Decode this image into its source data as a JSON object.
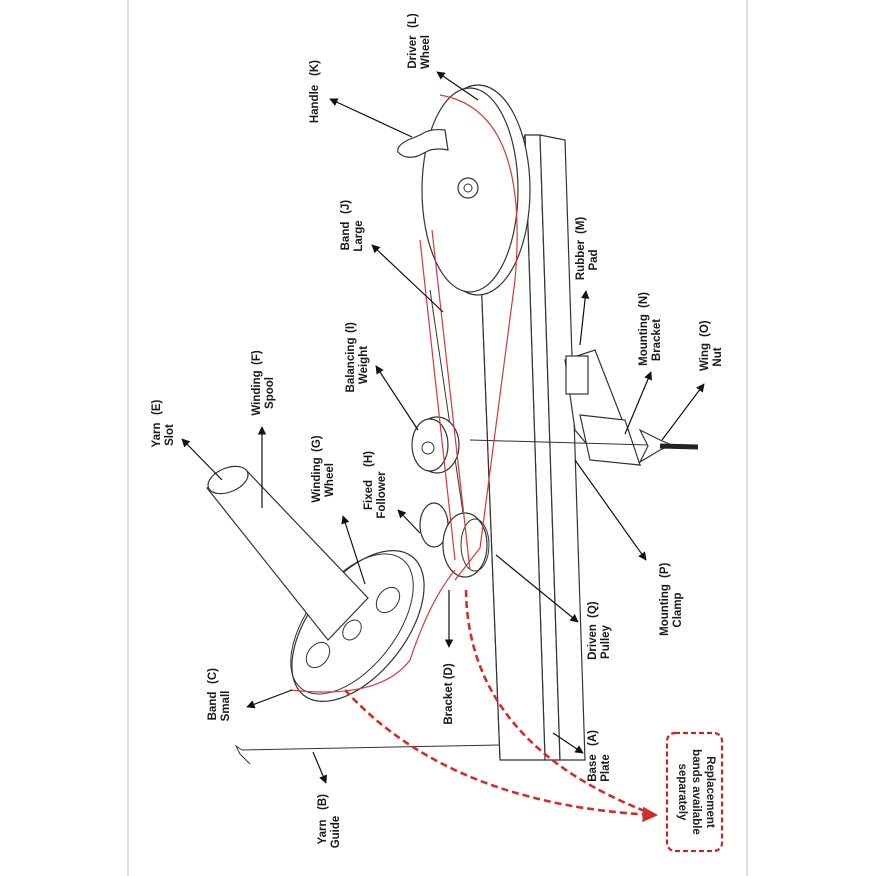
{
  "labels": {
    "A": [
      "Base",
      "Plate",
      "(A)"
    ],
    "B": [
      "Yarn",
      "Guide",
      "(B)"
    ],
    "C": [
      "Band",
      "Small",
      "(C)"
    ],
    "D": [
      "Bracket (D)"
    ],
    "E": [
      "Yarn",
      "Slot",
      "(E)"
    ],
    "F": [
      "Winding",
      "Spool",
      "(F)"
    ],
    "G": [
      "Winding",
      "Wheel",
      "(G)"
    ],
    "H": [
      "Fixed",
      "Follower",
      "(H)"
    ],
    "I": [
      "Balancing",
      "Weight",
      "(I)"
    ],
    "J": [
      "Band",
      "Large",
      "(J)"
    ],
    "K": [
      "Handle",
      "(K)"
    ],
    "L": [
      "Driver",
      "Wheel",
      "(L)"
    ],
    "M": [
      "Rubber",
      "Pad",
      "(M)"
    ],
    "N": [
      "Mounting",
      "Bracket",
      "(N)"
    ],
    "O": [
      "Wing",
      "Nut",
      "(O)"
    ],
    "P": [
      "Mounting",
      "Clamp",
      "(P)"
    ],
    "Q": [
      "Driven",
      "Pulley",
      "(Q)"
    ]
  },
  "note": [
    "Replacement",
    "bands available",
    "separately"
  ],
  "colors": {
    "band": "#d23b3b",
    "note_border": "#c8252b",
    "arrow": "#d22c2c",
    "ink": "#1a1a1a"
  }
}
